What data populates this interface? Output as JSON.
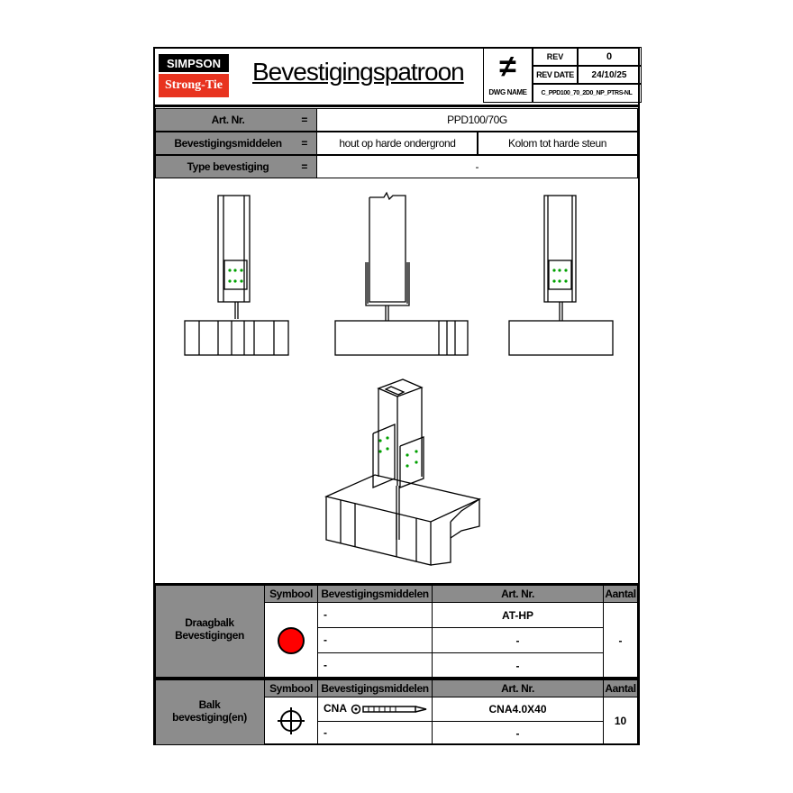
{
  "logo": {
    "line1": "SIMPSON",
    "line2": "Strong-Tie"
  },
  "title": "Bevestigingspatroon",
  "header": {
    "rev_label": "REV",
    "rev_value": "0",
    "rev_date_label": "REV DATE",
    "rev_date_value": "24/10/25",
    "dwg_name_label": "DWG NAME",
    "dwg_name_value": "C_PPD100_70_2D0_NP_PTRS-NL"
  },
  "info": {
    "art_nr_label": "Art. Nr.",
    "art_nr_value": "PPD100/70G",
    "middel_label": "Bevestigingsmiddelen",
    "middel_value_1": "hout op harde ondergrond",
    "middel_value_2": "Kolom tot harde steun",
    "type_label": "Type bevestiging",
    "type_value": "-",
    "equals": "="
  },
  "colors": {
    "gray": "#8c8c8c",
    "green": "#00a000",
    "red": "#ff0000"
  },
  "table1": {
    "label_line1": "Draagbalk",
    "label_line2": "Bevestigingen",
    "headers": {
      "symbool": "Symbool",
      "middel": "Bevestigingsmiddelen",
      "artnr": "Art. Nr.",
      "aantal": "Aantal"
    },
    "rows": [
      {
        "middel": "-",
        "artnr": "AT-HP"
      },
      {
        "middel": "-",
        "artnr": "-"
      },
      {
        "middel": "-",
        "artnr": "-"
      }
    ],
    "aantal": "-",
    "symbol_icon": "red-circle-icon"
  },
  "table2": {
    "label_line1": "Balk",
    "label_line2": "bevestiging(en)",
    "headers": {
      "symbool": "Symbool",
      "middel": "Bevestigingsmiddelen",
      "artnr": "Art. Nr.",
      "aantal": "Aantal"
    },
    "rows": [
      {
        "middel": "CNA",
        "artnr": "CNA4.0X40"
      },
      {
        "middel": "-",
        "artnr": "-"
      }
    ],
    "aantal": "10",
    "symbol_icon": "crosshair-circle-icon"
  }
}
